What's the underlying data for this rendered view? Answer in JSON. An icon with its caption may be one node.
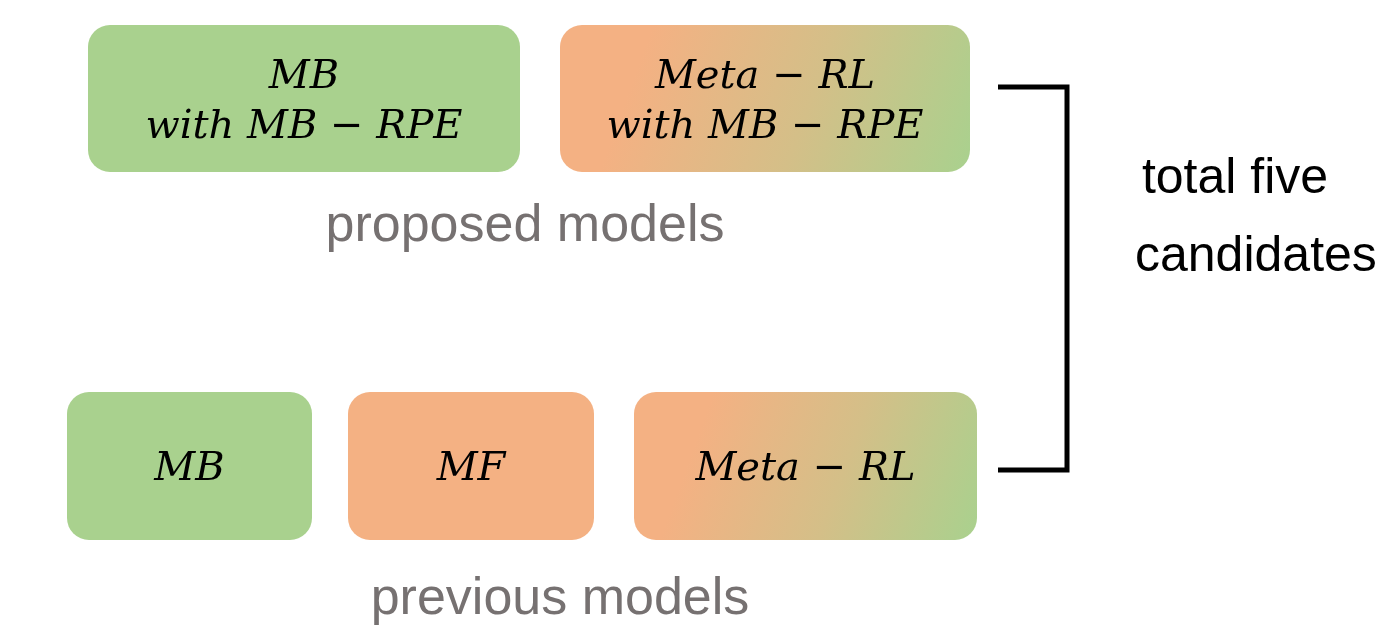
{
  "diagram": {
    "nodes": [
      {
        "text": [
          "MB with MB − RPE"
        ]
      },
      {
        "text": [
          "Meta − RL with MB − RPE"
        ]
      },
      {
        "text": [
          "MB"
        ]
      },
      {
        "text": [
          "MF"
        ]
      },
      {
        "text": [
          "Meta − RL"
        ]
      }
    ],
    "labels": [
      "proposed models",
      "total five candidates",
      "previous models"
    ]
  }
}
